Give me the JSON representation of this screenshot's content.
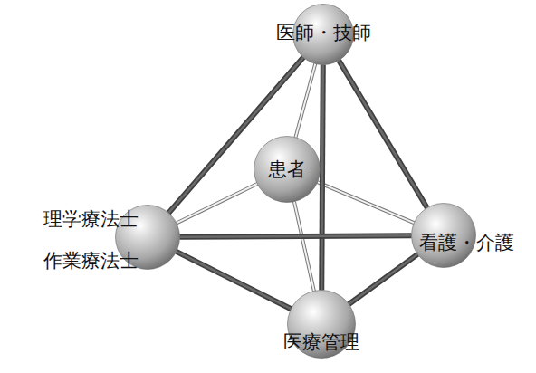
{
  "diagram": {
    "nodes": [
      {
        "text": [
          "医師・技師"
        ]
      },
      {
        "text": [
          "患者"
        ]
      },
      {
        "text": [
          "理学療法士",
          "作業療法士"
        ]
      },
      {
        "text": [
          "看護・介護"
        ]
      },
      {
        "text": [
          "医療管理"
        ]
      }
    ],
    "edges": [
      {
        "from": 0,
        "to": 2,
        "arrow": "none"
      },
      {
        "from": 0,
        "to": 3,
        "arrow": "none"
      },
      {
        "from": 0,
        "to": 4,
        "arrow": "none"
      },
      {
        "from": 2,
        "to": 3,
        "arrow": "none"
      },
      {
        "from": 2,
        "to": 4,
        "arrow": "none"
      },
      {
        "from": 3,
        "to": 4,
        "arrow": "none"
      },
      {
        "from": 1,
        "to": 0,
        "arrow": "none"
      },
      {
        "from": 1,
        "to": 2,
        "arrow": "none"
      },
      {
        "from": 1,
        "to": 3,
        "arrow": "none"
      },
      {
        "from": 1,
        "to": 4,
        "arrow": "none"
      }
    ]
  }
}
